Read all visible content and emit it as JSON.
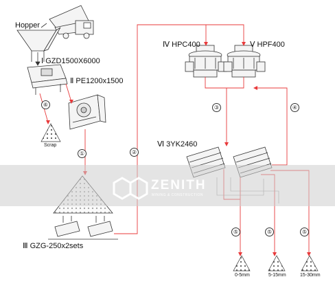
{
  "labels": {
    "hopper": "Hopper",
    "feeder": {
      "numeral": "Ⅰ",
      "model": "GZD1500X6000"
    },
    "jaw": {
      "numeral": "Ⅱ",
      "model": "PE1200x1500"
    },
    "hpc": {
      "numeral": "Ⅳ",
      "model": "HPC400"
    },
    "hpf": {
      "numeral": "Ⅴ",
      "model": "HPF400"
    },
    "screen": {
      "numeral": "Ⅵ",
      "model": "3YK2460"
    },
    "gzg": {
      "numeral": "Ⅲ",
      "model": "GZG-250x2sets"
    },
    "scrap": "Scrap"
  },
  "steps": {
    "s1": "①",
    "s2": "②",
    "s3": "③",
    "s4": "④",
    "s5a": "⑤",
    "s5b": "⑤",
    "s5c": "⑤",
    "s6": "⑥"
  },
  "products": {
    "p1": "0-5mm",
    "p2": "5-15mm",
    "p3": "15-30mm"
  },
  "watermark": {
    "name": "ZENITH",
    "sub": "MINING & CONSTRUCTION"
  },
  "colors": {
    "flow_line": "#e8393a",
    "equipment_stroke": "#333333",
    "band": "#cdcdcd"
  }
}
